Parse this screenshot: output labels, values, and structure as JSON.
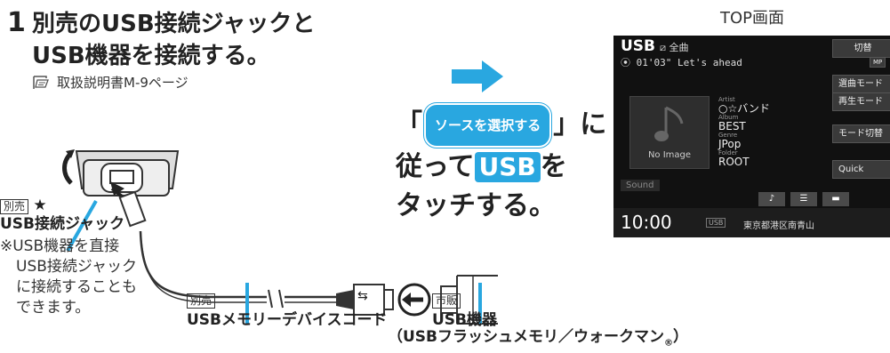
{
  "step": {
    "number": "1",
    "title_line1": "別売のUSB接続ジャックと",
    "title_line2": "USB機器を接続する。",
    "reference": "取扱説明書M-9ページ"
  },
  "instruction": {
    "open_bracket": "「",
    "pill_label": "ソースを選択する",
    "close_bracket": "」に",
    "line2_pre": "従って",
    "usb_button": "USB",
    "line2_post": "を",
    "line3": "タッチする。"
  },
  "screen_caption": "TOP画面",
  "screen": {
    "source": "USB",
    "mode": "全曲",
    "track": "01'03\" Let's ahead",
    "buttons": [
      "切替",
      "MP",
      "選曲モード",
      "再生モード",
      "モード切替",
      "Quick"
    ],
    "no_image": "No Image",
    "meta": [
      {
        "key": "Artist",
        "value": "○☆バンド"
      },
      {
        "key": "Album",
        "value": "BEST"
      },
      {
        "key": "Genre",
        "value": "JPop"
      },
      {
        "key": "Folder",
        "value": "ROOT"
      }
    ],
    "sound": "Sound",
    "time": "10:00",
    "usb_tag": "USB",
    "location": "東京都港区南青山"
  },
  "diagram": {
    "jack_tag": "別売",
    "star": "★",
    "jack_label": "USB接続ジャック",
    "note_line1": "※USB機器を直接",
    "note_line2": "USB接続ジャック",
    "note_line3": "に接続することも",
    "note_line4": "できます。",
    "cord_tag": "別売",
    "cord_label": "USBメモリーデバイスコード",
    "device_tag": "市販",
    "device_label": "USB機器",
    "device_sub": "（USBフラッシュメモリ／ウォークマン",
    "registered": "®",
    "device_sub_end": "）"
  },
  "colors": {
    "accent": "#29a7e0",
    "screen_bg": "#111111"
  }
}
